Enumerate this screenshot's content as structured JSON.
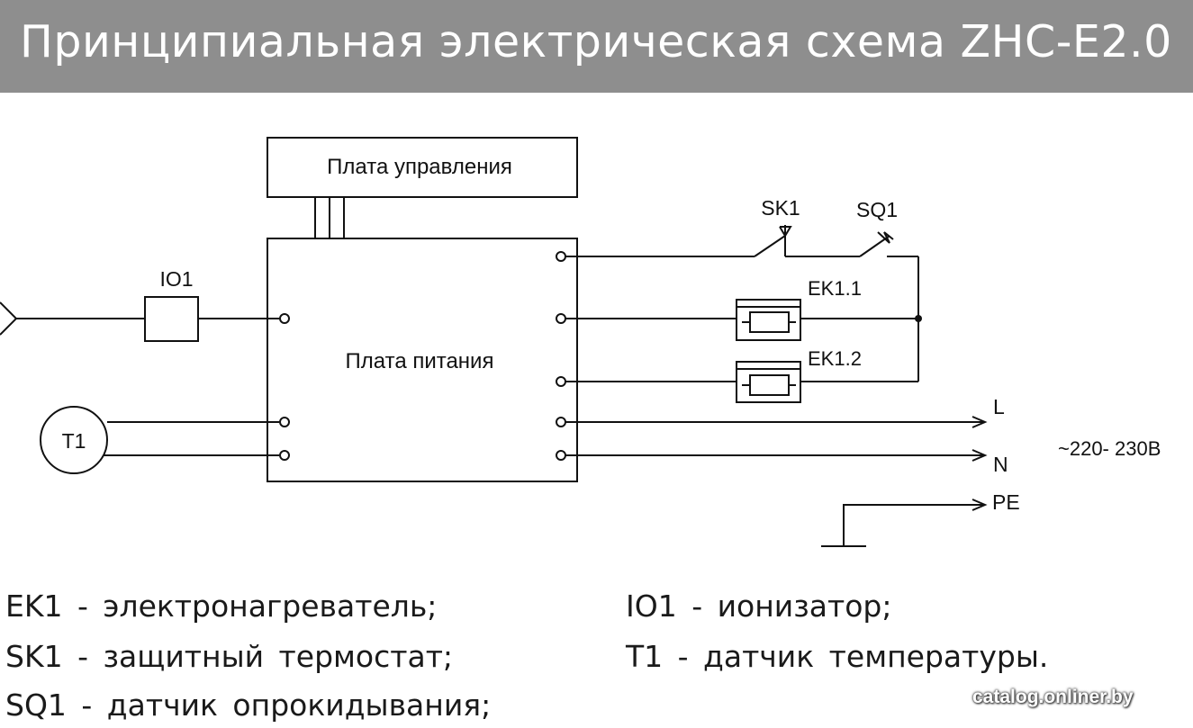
{
  "title": "Принципиальная электрическая схема ZHC-E2.0",
  "blocks": {
    "control_board": "Плата управления",
    "power_board": "Плата питания",
    "ionizer": "IO1",
    "sensor": "T1"
  },
  "components": {
    "thermostat": "SK1",
    "tilt_sensor": "SQ1",
    "heater_1": "EK1.1",
    "heater_2": "EK1.2"
  },
  "terminals": {
    "line": "L",
    "neutral": "N",
    "earth": "PE",
    "voltage": "~220- 230В"
  },
  "legend": [
    {
      "code": "EK1",
      "text": "EK1  -  электронагреватель;"
    },
    {
      "code": "SK1",
      "text": "SK1  -  защитный  термостат;"
    },
    {
      "code": "SQ1",
      "text": "SQ1  -  датчик  опрокидывания;"
    },
    {
      "code": "IO1",
      "text": "IO1  -  ионизатор;"
    },
    {
      "code": "T1",
      "text": "T1  -  датчик  температуры."
    }
  ],
  "watermark": "catalog.onliner.by"
}
